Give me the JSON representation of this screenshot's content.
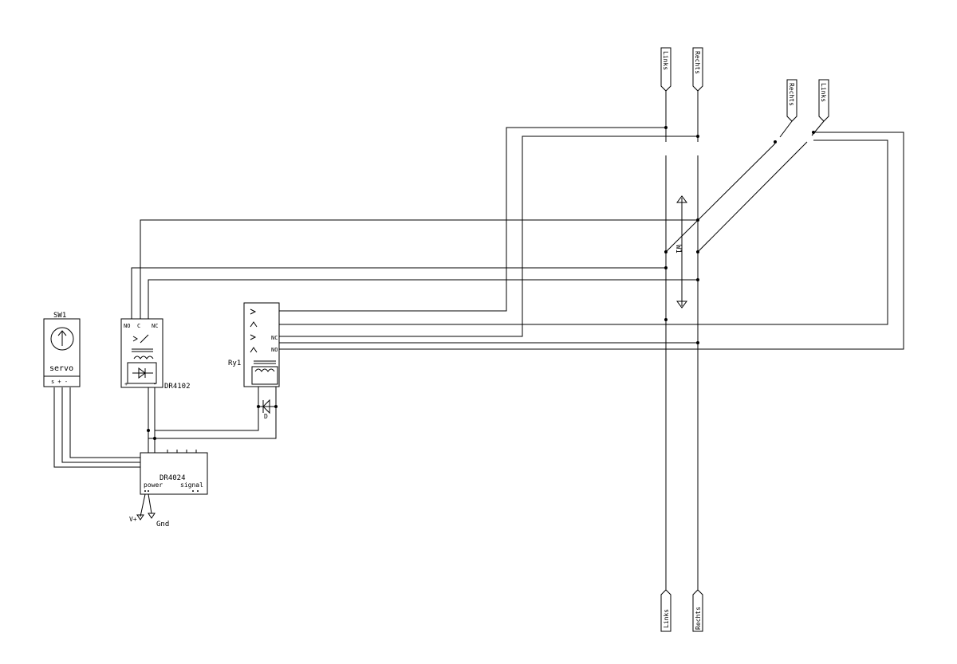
{
  "components": {
    "sw1": {
      "label": "SW1",
      "body": "servo",
      "pins": "s + -"
    },
    "dr4102": {
      "label": "DR4102",
      "pin_no": "NO",
      "pin_c": "C",
      "pin_nc": "NC",
      "plus": "+",
      "minus": "-"
    },
    "ry1": {
      "label": "Ry1",
      "pin_nc": "NC",
      "pin_no": "NO"
    },
    "diode": {
      "label": "D"
    },
    "dr4024": {
      "label": "DR4024",
      "power": "power",
      "signal": "signal"
    },
    "vplus": {
      "label": "V+"
    },
    "gnd": {
      "label": "Gnd"
    },
    "w1": {
      "label": "W1"
    }
  },
  "rails": {
    "top_left": "Links",
    "top_right": "Rechts",
    "bottom_left": "Links",
    "bottom_right": "Rechts",
    "diag_left": "Rechts",
    "diag_right": "Links"
  }
}
